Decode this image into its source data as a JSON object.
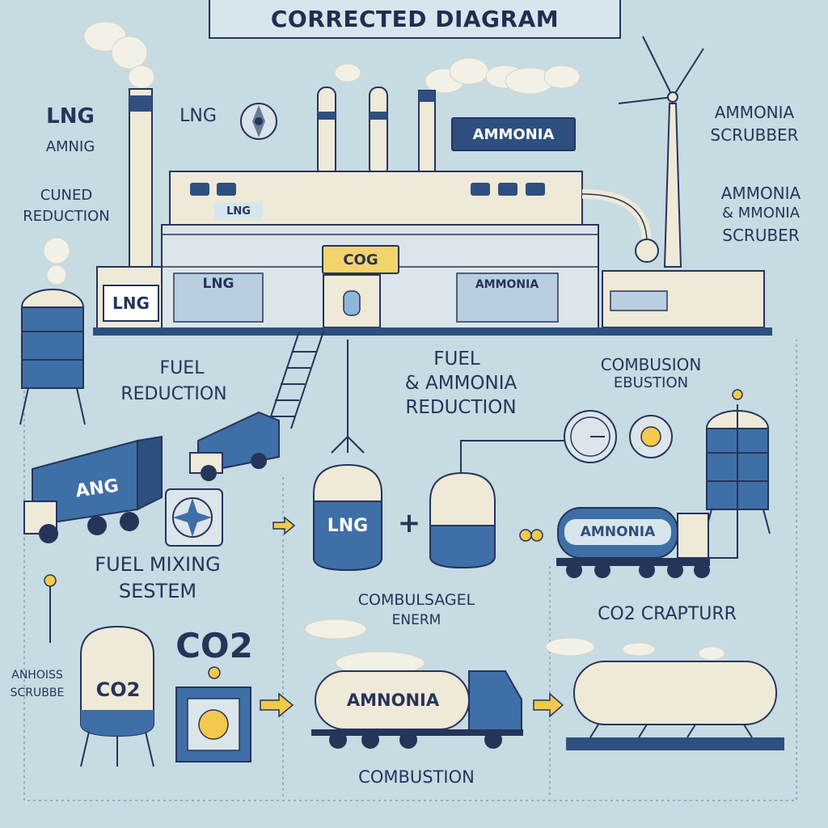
{
  "title": "CORRECTED DIAGRAM",
  "labels": {
    "lng_top_left": "LNG",
    "lng_top_left_sub": "AMNIG",
    "lng_top_center": "LNG",
    "cuned_reduction_line1": "CUNED",
    "cuned_reduction_line2": "REDUCTION",
    "ammonia_scrubber_line1": "AMMONIA",
    "ammonia_scrubber_line2": "SCRUBBER",
    "ammonia_mmonia_line1": "AMMONIA",
    "ammonia_mmonia_line2": "& MMONIA",
    "ammonia_mmonia_line3": "SCRUBER",
    "fuel_reduction_line1": "FUEL",
    "fuel_reduction_line2": "REDUCTION",
    "fuel_ammonia_line1": "FUEL",
    "fuel_ammonia_line2": "& AMMONIA",
    "fuel_ammonia_line3": "REDUCTION",
    "combusion_line1": "COMBUSION",
    "combusion_line2": "EBUSTION",
    "fuel_mixing_line1": "FUEL MIXING",
    "fuel_mixing_line2": "SESTEM",
    "combulsagel_line1": "COMBULSAGEL",
    "combulsagel_line2": "ENERM",
    "co2_craptur": "CO2 CRAPTURR",
    "anhoiss_line1": "ANHOISS",
    "anhoiss_line2": "SCRUBBE",
    "co2_big": "CO2",
    "combustion_bottom": "COMBUSTION",
    "plus": "+"
  },
  "signs": {
    "factory_ammonia": "AMMONIA",
    "factory_cog": "COG",
    "factory_lng_small": "LNG",
    "factory_lng_panel": "LNG",
    "factory_ammonia_panel": "AMMONIA",
    "lng_box_left": "LNG",
    "truck_ang": "ANG",
    "tank_lng": "LNG",
    "truck_amnonia": "AMNONIA",
    "co2_tank": "CO2",
    "truck_amnonia_bottom": "AMNONIA"
  },
  "colors": {
    "background": "#c7dbe3",
    "ink": "#26345a",
    "navy": "#2e4f7f",
    "blue": "#3e6fa6",
    "light_blue": "#8fb6d6",
    "cream": "#efe9d8",
    "sign_yellow": "#f3d36b",
    "arrow_yellow": "#f2c94c",
    "smoke": "#f3f1e6"
  }
}
